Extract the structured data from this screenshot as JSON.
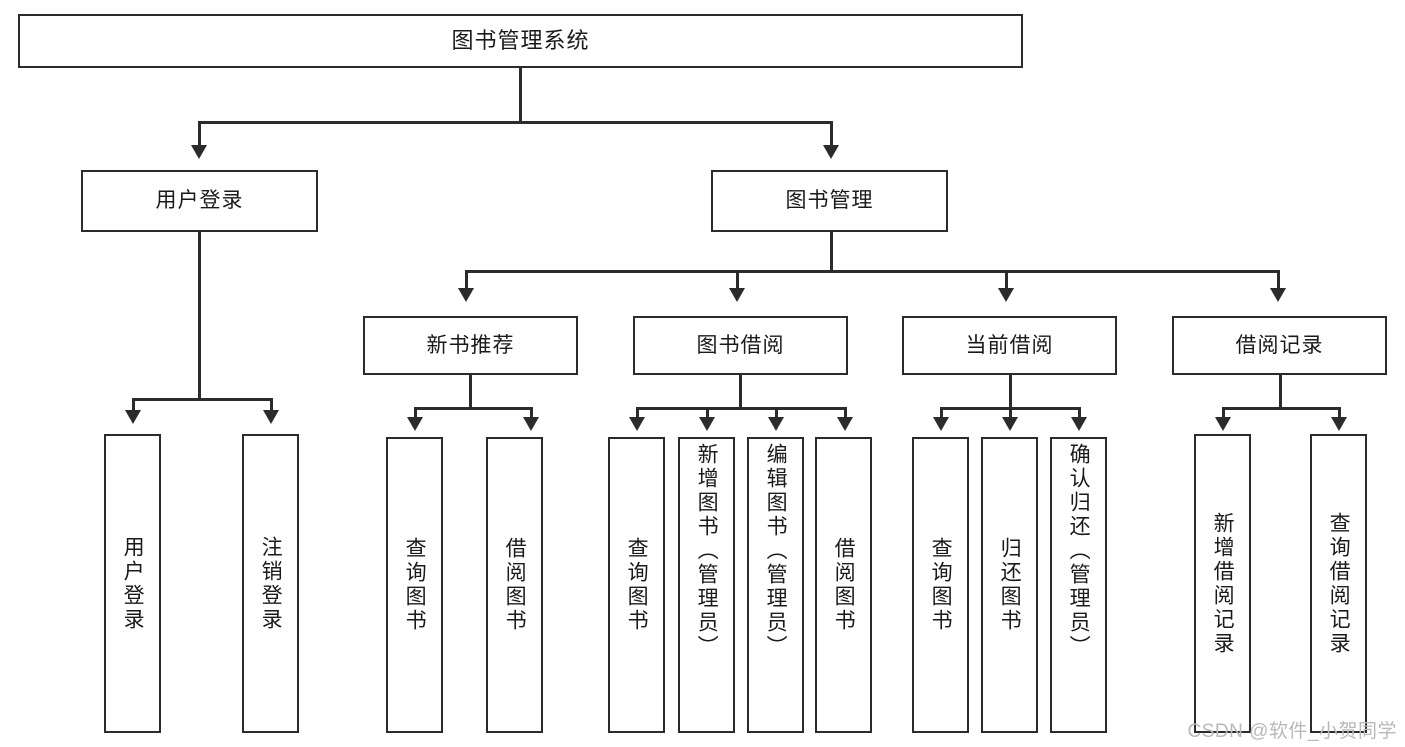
{
  "diagram": {
    "type": "tree",
    "title": "图书管理系统",
    "watermark": "CSDN @软件_小贺同学",
    "colors": {
      "stroke": "#2b2b2b",
      "fill": "#ffffff",
      "text": "#1a1a1a",
      "watermark": "#b9b9b9"
    },
    "nodes": {
      "root": {
        "label": "图书管理系统"
      },
      "level2": [
        {
          "id": "user-login",
          "label": "用户登录"
        },
        {
          "id": "book-manage",
          "label": "图书管理"
        }
      ],
      "level3": [
        {
          "id": "new-book-rec",
          "label": "新书推荐"
        },
        {
          "id": "book-borrow",
          "label": "图书借阅"
        },
        {
          "id": "current-borrow",
          "label": "当前借阅"
        },
        {
          "id": "borrow-record",
          "label": "借阅记录"
        }
      ],
      "leaves": {
        "user-login": [
          {
            "id": "leaf-user-login",
            "label": "用户登录"
          },
          {
            "id": "leaf-logout",
            "label": "注销登录"
          }
        ],
        "new-book-rec": [
          {
            "id": "leaf-query-book-1",
            "label": "查询图书"
          },
          {
            "id": "leaf-borrow-book-1",
            "label": "借阅图书"
          }
        ],
        "book-borrow": [
          {
            "id": "leaf-query-book-2",
            "label": "查询图书"
          },
          {
            "id": "leaf-add-book",
            "label": "新增图书（管理员）"
          },
          {
            "id": "leaf-edit-book",
            "label": "编辑图书（管理员）"
          },
          {
            "id": "leaf-borrow-book-2",
            "label": "借阅图书"
          }
        ],
        "current-borrow": [
          {
            "id": "leaf-query-book-3",
            "label": "查询图书"
          },
          {
            "id": "leaf-return-book",
            "label": "归还图书"
          },
          {
            "id": "leaf-confirm-return",
            "label": "确认归还（管理员）"
          }
        ],
        "borrow-record": [
          {
            "id": "leaf-add-record",
            "label": "新增借阅记录"
          },
          {
            "id": "leaf-query-record",
            "label": "查询借阅记录"
          }
        ]
      }
    }
  }
}
